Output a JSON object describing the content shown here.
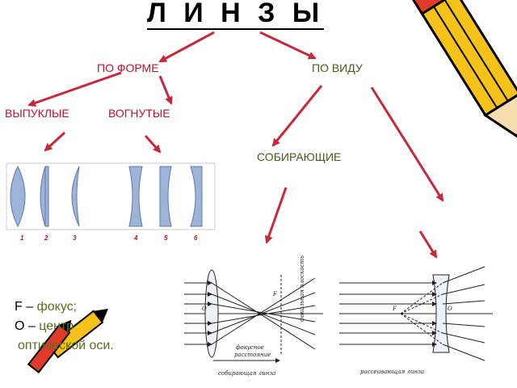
{
  "title": "Л И Н З Ы",
  "by_form": "ПО ФОРМЕ",
  "by_type": "ПО ВИДУ",
  "convex": "ВЫПУКЛЫЕ",
  "concave": "ВОГНУТЫЕ",
  "converging": "СОБИРАЮЩИЕ",
  "lens_numbers": [
    "1",
    "2",
    "3",
    "4",
    "5",
    "6"
  ],
  "legend": {
    "f_letter": "F",
    "f_dash": " – ",
    "f_text": "фокус;",
    "o_letter": "О",
    "o_dash": " – ",
    "o_text": "центр",
    "o_text2": "оптической оси."
  },
  "converging_lens": {
    "caption": "собирающая линза",
    "focal_label_1": "фокусное",
    "focal_label_2": "расстояние",
    "focal_plane": "фокальная плоскость",
    "f_mark": "F",
    "o_mark": "O"
  },
  "diverging_lens": {
    "caption": "рассеивающая линза",
    "f_mark": "F",
    "o_mark": "O"
  },
  "colors": {
    "arrow": "#c8283c",
    "lens_fill": "#9eb3d8",
    "label_red": "#c0102a",
    "label_green": "#4a5a1a"
  }
}
